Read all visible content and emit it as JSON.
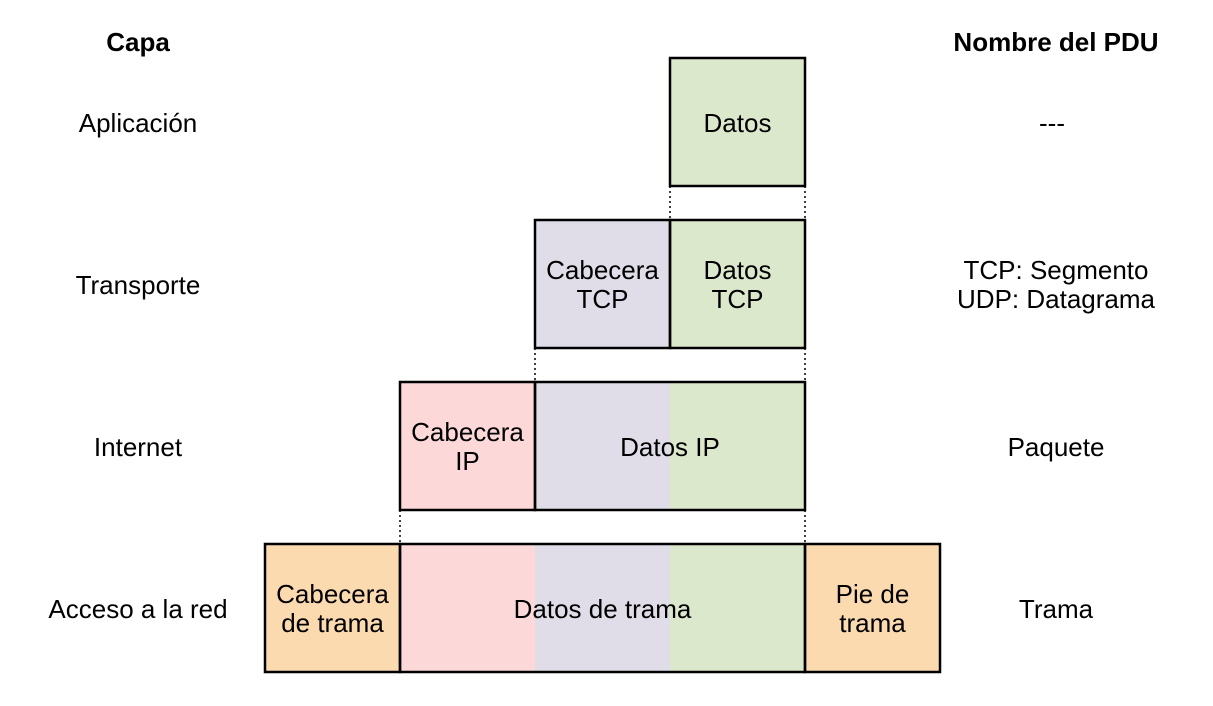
{
  "headers": {
    "layer": "Capa",
    "pdu": "Nombre del PDU"
  },
  "colors": {
    "data": "#dce8cb",
    "tcp_header": "#e0dde8",
    "ip_header": "#fcd8d8",
    "frame_edge": "#fcdab0"
  },
  "rows": [
    {
      "layer": "Aplicación",
      "pdu": [
        "---"
      ],
      "blocks": [
        {
          "label": [
            "Datos"
          ],
          "color": "data"
        }
      ]
    },
    {
      "layer": "Transporte",
      "pdu": [
        "TCP: Segmento",
        "UDP: Datagrama"
      ],
      "blocks": [
        {
          "label": [
            "Cabecera",
            "TCP"
          ],
          "color": "tcp_header"
        },
        {
          "label": [
            "Datos",
            "TCP"
          ],
          "color": "data"
        }
      ]
    },
    {
      "layer": "Internet",
      "pdu": [
        "Paquete"
      ],
      "blocks": [
        {
          "label": [
            "Cabecera",
            "IP"
          ],
          "color": "ip_header"
        },
        {
          "label": [
            "Datos IP"
          ],
          "fills": [
            "tcp_header",
            "data"
          ]
        }
      ]
    },
    {
      "layer": "Acceso a la red",
      "pdu": [
        "Trama"
      ],
      "blocks": [
        {
          "label": [
            "Cabecera",
            "de trama"
          ],
          "color": "frame_edge"
        },
        {
          "label": [
            "Datos de trama"
          ],
          "fills": [
            "ip_header",
            "tcp_header",
            "data"
          ]
        },
        {
          "label": [
            "Pie de",
            "trama"
          ],
          "color": "frame_edge"
        }
      ]
    }
  ]
}
